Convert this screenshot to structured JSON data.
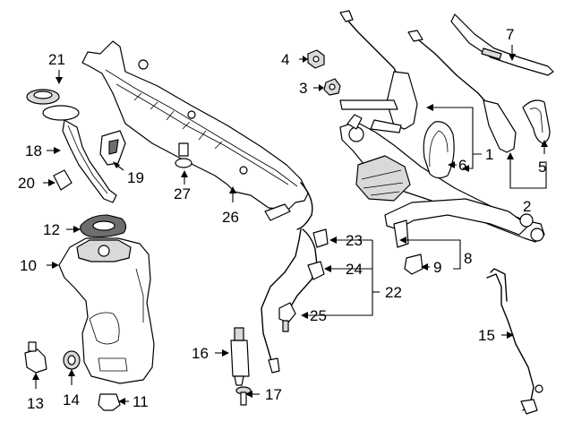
{
  "diagram": {
    "callouts": [
      "1",
      "2",
      "3",
      "4",
      "5",
      "6",
      "7",
      "8",
      "9",
      "10",
      "11",
      "12",
      "13",
      "14",
      "15",
      "16",
      "17",
      "18",
      "19",
      "20",
      "21",
      "22",
      "23",
      "24",
      "25",
      "26",
      "27"
    ],
    "parts": {
      "cowl_panel": "cowl-panel",
      "wiper_motor_linkage": "wiper-motor-linkage",
      "wiper_arm_left": "wiper-arm-left",
      "wiper_arm_right": "wiper-arm-right",
      "wiper_blade": "wiper-blade",
      "arm_cap_right": "arm-cap",
      "arm_cap_loop": "arm-cap-loop",
      "washer_reservoir": "washer-reservoir",
      "filler_neck": "filler-neck",
      "washer_pump": "washer-pump",
      "washer_hose": "washer-hose",
      "rear_hose": "rear-hose"
    }
  }
}
